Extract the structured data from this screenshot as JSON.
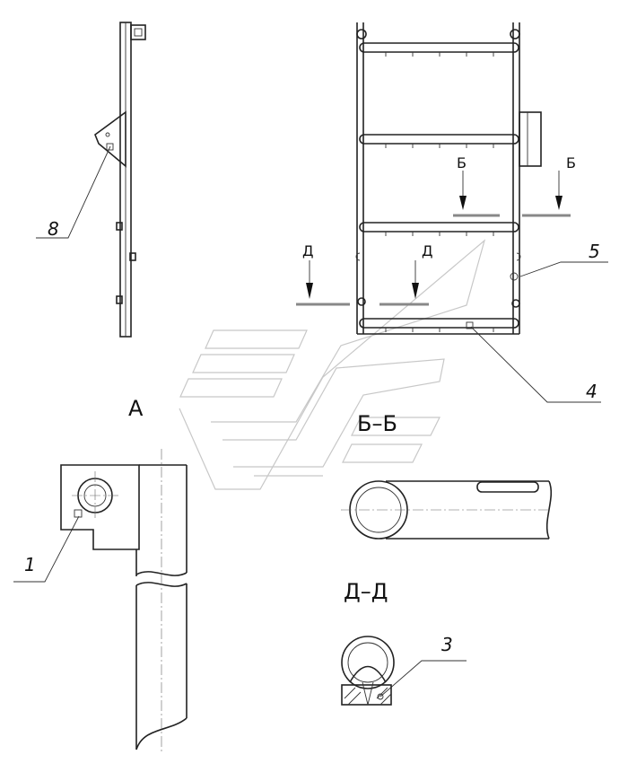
{
  "callouts": {
    "c1": "1",
    "c3": "3",
    "c4": "4",
    "c5": "5",
    "c8": "8"
  },
  "view_labels": {
    "view_a": "А",
    "section_b": "Б–Б",
    "section_d": "Д–Д"
  },
  "cut_markers": {
    "b_left": "Б",
    "b_right": "Б",
    "d_left": "Д",
    "d_right": "Д"
  }
}
